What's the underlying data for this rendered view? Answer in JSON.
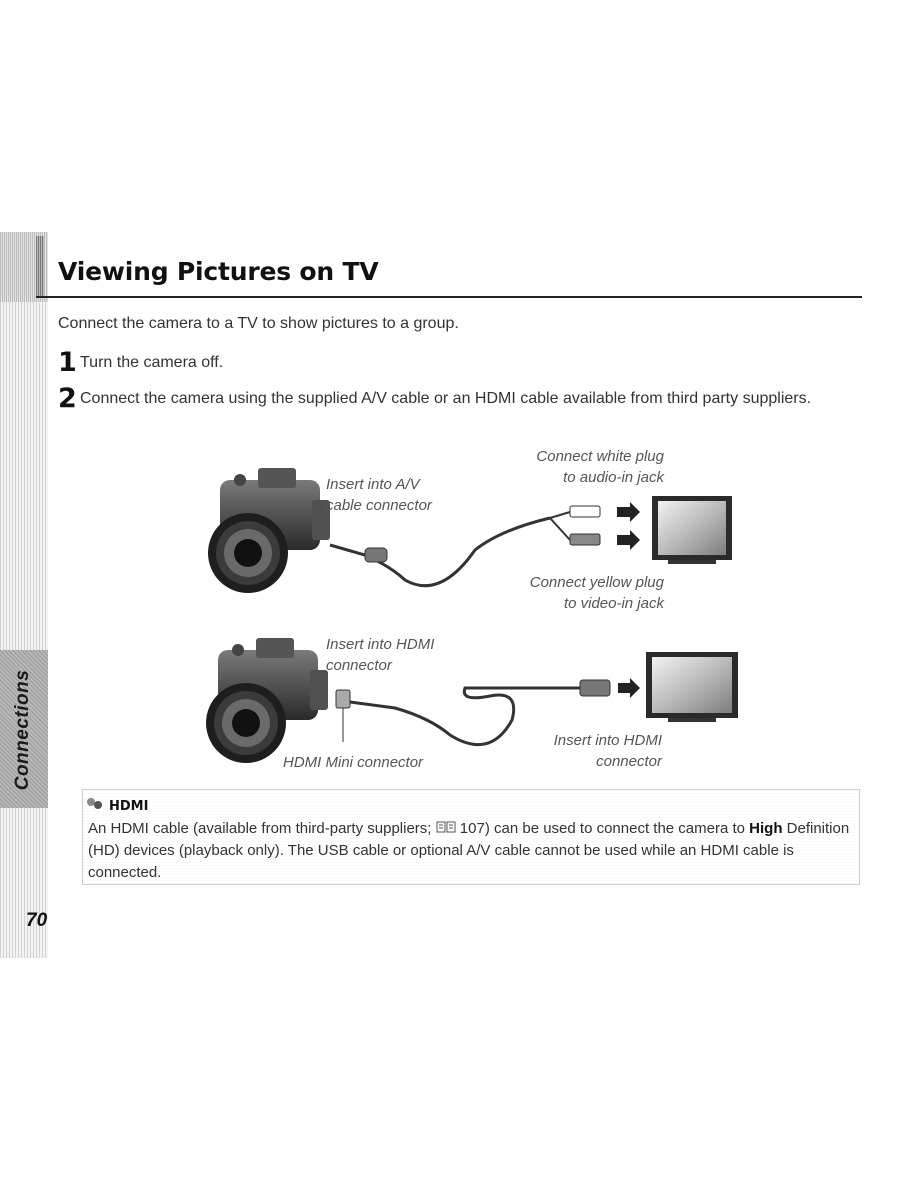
{
  "page": {
    "title": "Viewing Pictures on TV",
    "intro": "Connect the camera to a TV to show pictures to a group.",
    "page_number": "70",
    "side_tab_label": "Connections"
  },
  "steps": [
    {
      "number": "1",
      "text": "Turn the camera off."
    },
    {
      "number": "2",
      "text": "Connect the camera using the supplied A/V cable or an HDMI cable available from third party suppliers."
    }
  ],
  "diagram_top": {
    "camera_caption": "Insert into A/V\ncable connector",
    "white_plug_caption": "Connect white plug\nto audio-in jack",
    "yellow_plug_caption": "Connect yellow plug\nto video-in jack"
  },
  "diagram_bottom": {
    "camera_caption": "Insert into HDMI\nconnector",
    "mini_caption": "HDMI Mini connector",
    "tv_caption": "Insert into HDMI\nconnector"
  },
  "note": {
    "icon": "memo-icon",
    "title": "HDMI",
    "body_before": "An HDMI cable (available from third-party suppliers; ",
    "ref_icon": "book-icon",
    "body_ref": " 107) can be used to connect the camera to ",
    "body_bold": "High",
    "body_after": " Definition (HD) devices (playback only). The USB cable or optional A/V cable cannot be used while an HDMI cable is connected."
  }
}
